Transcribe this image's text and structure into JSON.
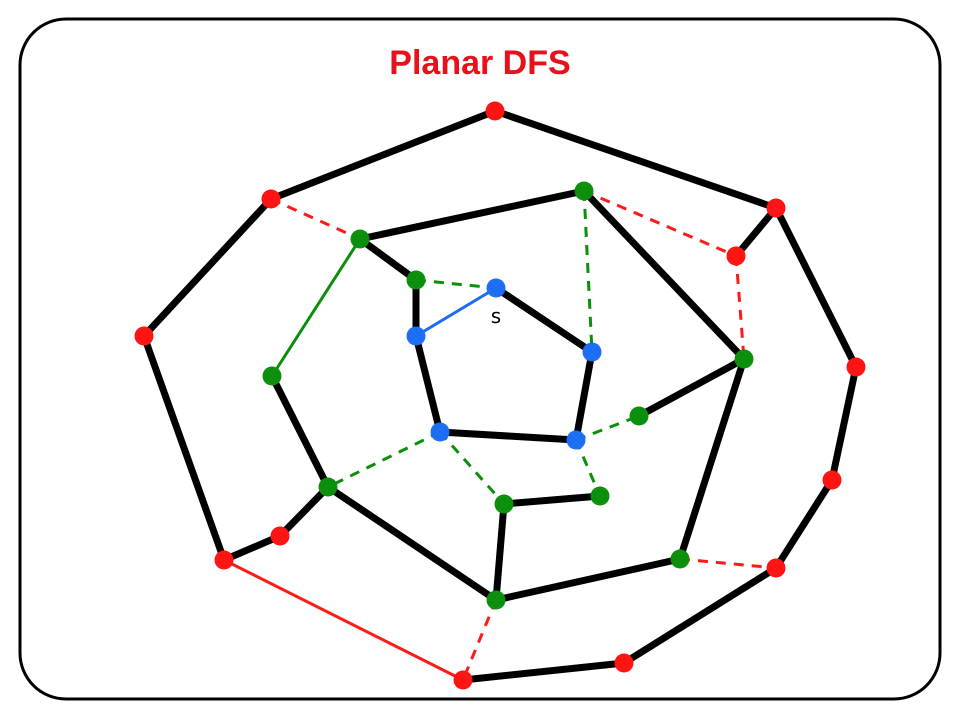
{
  "title": "Planar DFS",
  "source_label": "s",
  "colors": {
    "title": "#e8111b",
    "edge_black": "#000000",
    "red": "#ff1a1a",
    "green": "#0a8f0a",
    "blue": "#1a6cf0",
    "node_red": "#ff1414",
    "node_green": "#0c8f0c",
    "node_blue": "#1c6ef2"
  },
  "layers": [
    {
      "name": "outer",
      "color": "red"
    },
    {
      "name": "middle",
      "color": "green"
    },
    {
      "name": "inner",
      "color": "blue"
    }
  ],
  "edge_styles": [
    "black-solid",
    "red-dashed",
    "red-solid",
    "green-dashed",
    "green-solid",
    "blue-solid"
  ]
}
